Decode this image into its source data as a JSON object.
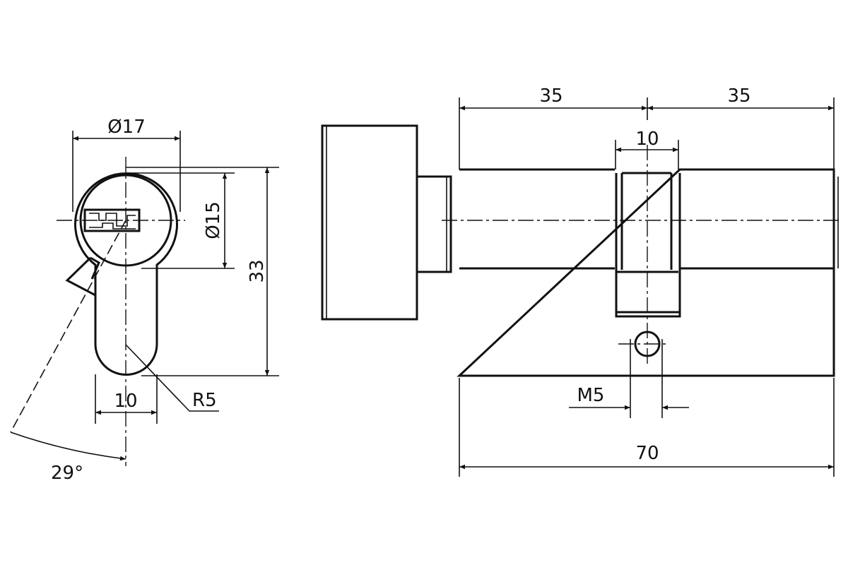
{
  "title": "Cylinder lock with thumb turn - dimensional drawing",
  "front_view": {
    "diameter_outer": "Ø17",
    "diameter_inner": "Ø15",
    "height": "33",
    "bottom_width": "10",
    "radius": "R5",
    "cam_angle": "29°"
  },
  "side_view": {
    "half_length_left": "35",
    "half_length_right": "35",
    "cam_width": "10",
    "screw_thread": "M5",
    "total_length": "70"
  },
  "colors": {
    "line": "#111111",
    "background": "#ffffff"
  }
}
